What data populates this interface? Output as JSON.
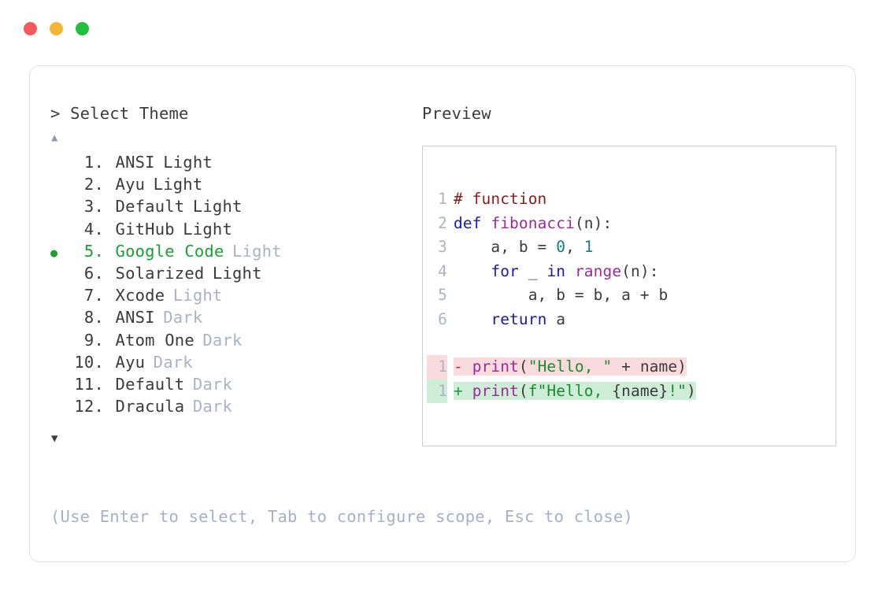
{
  "window": {
    "dots": [
      {
        "name": "close",
        "color": "#f4595b"
      },
      {
        "name": "minimize",
        "color": "#f5b731"
      },
      {
        "name": "maximize",
        "color": "#22bf3f"
      }
    ]
  },
  "selector": {
    "prompt_symbol": ">",
    "prompt_label": "Select Theme",
    "scroll_up_glyph": "▲",
    "scroll_down_glyph": "▼",
    "selected_index": 5,
    "bullet_glyph": "●",
    "accent_color": "#1aa033",
    "muted_color": "#aab2c6",
    "items": [
      {
        "index": "1.",
        "name": "ANSI",
        "variant": "Light",
        "variant_muted": false,
        "selected": false
      },
      {
        "index": "2.",
        "name": "Ayu",
        "variant": "Light",
        "variant_muted": false,
        "selected": false
      },
      {
        "index": "3.",
        "name": "Default",
        "variant": "Light",
        "variant_muted": false,
        "selected": false
      },
      {
        "index": "4.",
        "name": "GitHub",
        "variant": "Light",
        "variant_muted": false,
        "selected": false
      },
      {
        "index": "5.",
        "name": "Google Code",
        "variant": "Light",
        "variant_muted": true,
        "selected": true
      },
      {
        "index": "6.",
        "name": "Solarized",
        "variant": "Light",
        "variant_muted": false,
        "selected": false
      },
      {
        "index": "7.",
        "name": "Xcode",
        "variant": "Light",
        "variant_muted": true,
        "selected": false
      },
      {
        "index": "8.",
        "name": "ANSI",
        "variant": "Dark",
        "variant_muted": true,
        "selected": false
      },
      {
        "index": "9.",
        "name": "Atom One",
        "variant": "Dark",
        "variant_muted": true,
        "selected": false
      },
      {
        "index": "10.",
        "name": "Ayu",
        "variant": "Dark",
        "variant_muted": true,
        "selected": false
      },
      {
        "index": "11.",
        "name": "Default",
        "variant": "Dark",
        "variant_muted": true,
        "selected": false
      },
      {
        "index": "12.",
        "name": "Dracula",
        "variant": "Dark",
        "variant_muted": true,
        "selected": false
      }
    ]
  },
  "hint": "(Use Enter to select, Tab to configure scope, Esc to close)",
  "preview": {
    "label": "Preview",
    "code_lines": [
      {
        "no": "1",
        "tokens": [
          {
            "t": "# function",
            "c": "tok-comment"
          }
        ]
      },
      {
        "no": "2",
        "tokens": [
          {
            "t": "def ",
            "c": "tok-keyword"
          },
          {
            "t": "fibonacci",
            "c": "tok-func"
          },
          {
            "t": "(n):",
            "c": "tok-punct"
          }
        ]
      },
      {
        "no": "3",
        "tokens": [
          {
            "t": "    a, b = ",
            "c": "tok-plain"
          },
          {
            "t": "0",
            "c": "tok-num"
          },
          {
            "t": ", ",
            "c": "tok-plain"
          },
          {
            "t": "1",
            "c": "tok-num"
          }
        ]
      },
      {
        "no": "4",
        "tokens": [
          {
            "t": "    ",
            "c": "tok-plain"
          },
          {
            "t": "for",
            "c": "tok-keyword"
          },
          {
            "t": " _ ",
            "c": "tok-plain"
          },
          {
            "t": "in",
            "c": "tok-keyword"
          },
          {
            "t": " ",
            "c": "tok-plain"
          },
          {
            "t": "range",
            "c": "tok-builtin"
          },
          {
            "t": "(n):",
            "c": "tok-punct"
          }
        ]
      },
      {
        "no": "5",
        "tokens": [
          {
            "t": "        a, b = b, a + b",
            "c": "tok-plain"
          }
        ]
      },
      {
        "no": "6",
        "tokens": [
          {
            "t": "    ",
            "c": "tok-plain"
          },
          {
            "t": "return",
            "c": "tok-keyword"
          },
          {
            "t": " a",
            "c": "tok-plain"
          }
        ]
      }
    ],
    "diff_lines": [
      {
        "no": "1",
        "kind": "del",
        "marker": "-",
        "tokens": [
          {
            "t": " ",
            "c": "tok-plain"
          },
          {
            "t": "print",
            "c": "tok-builtin"
          },
          {
            "t": "(",
            "c": "tok-punct"
          },
          {
            "t": "\"Hello, \"",
            "c": "tok-str"
          },
          {
            "t": " + name)",
            "c": "tok-plain"
          }
        ]
      },
      {
        "no": "1",
        "kind": "add",
        "marker": "+",
        "tokens": [
          {
            "t": " ",
            "c": "tok-plain"
          },
          {
            "t": "print",
            "c": "tok-builtin"
          },
          {
            "t": "(",
            "c": "tok-punct"
          },
          {
            "t": "f\"Hello, ",
            "c": "tok-str"
          },
          {
            "t": "{name}",
            "c": "tok-plain"
          },
          {
            "t": "!\"",
            "c": "tok-str"
          },
          {
            "t": ")",
            "c": "tok-punct"
          }
        ]
      }
    ]
  }
}
